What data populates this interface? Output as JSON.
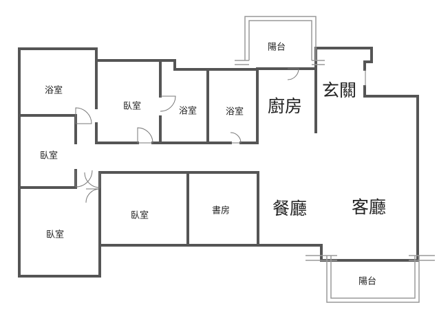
{
  "rooms": {
    "bath_1": "浴室",
    "bedroom_1": "臥室",
    "bath_2": "浴室",
    "bath_3": "浴室",
    "kitchen": "廚房",
    "entrance": "玄關",
    "bedroom_2": "臥室",
    "bedroom_3": "臥室",
    "bedroom_4": "臥室",
    "study": "書房",
    "dining": "餐廳",
    "living": "客廳",
    "balcony_top": "陽台",
    "balcony_bottom": "陽台"
  }
}
